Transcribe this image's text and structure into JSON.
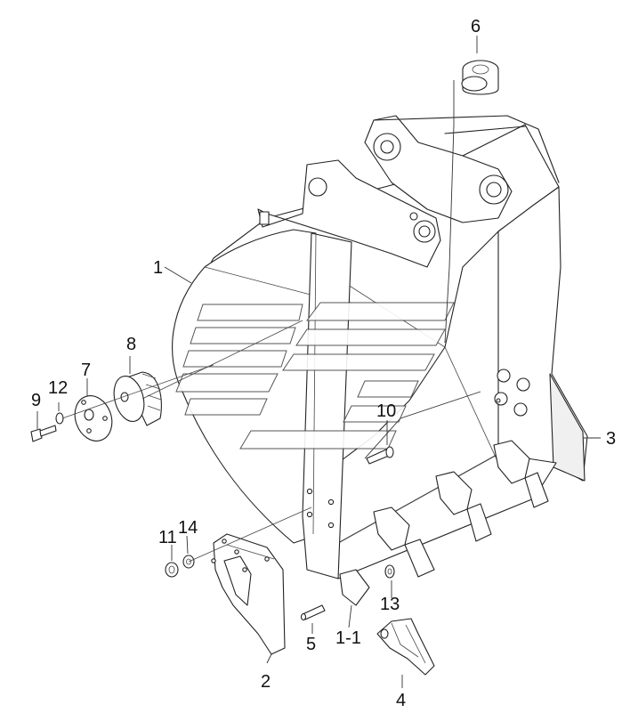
{
  "diagram": {
    "callouts": {
      "c1": "1",
      "c1_1": "1-1",
      "c2": "2",
      "c3": "3",
      "c4": "4",
      "c5": "5",
      "c6": "6",
      "c7": "7",
      "c8": "8",
      "c9": "9",
      "c10": "10",
      "c11": "11",
      "c12": "12",
      "c13": "13",
      "c14": "14"
    }
  }
}
